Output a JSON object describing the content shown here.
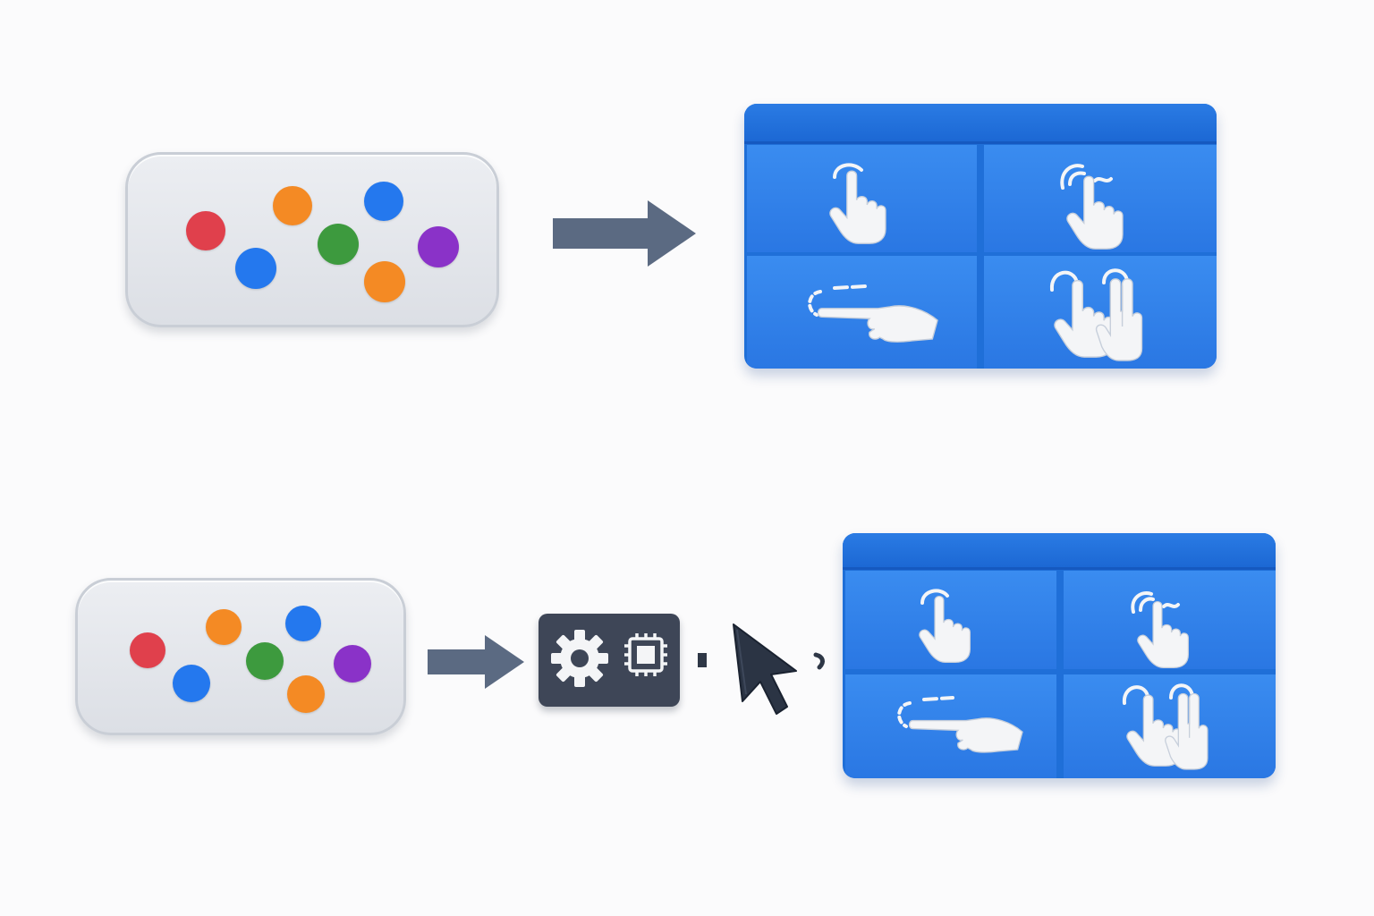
{
  "diagram": {
    "top_row": {
      "source": "game-controller",
      "connector": "arrow",
      "target": "touch-gesture-panel",
      "gestures": [
        "tap",
        "double-tap",
        "swipe",
        "two-finger-tap"
      ]
    },
    "bottom_row": {
      "source": "game-controller",
      "connector_1": "arrow",
      "middle": [
        "gear-icon",
        "chip-icon"
      ],
      "connector_2": "dashed-line",
      "pointer": "mouse-cursor-icon",
      "target": "touch-gesture-panel",
      "gestures": [
        "tap",
        "double-tap",
        "swipe",
        "two-finger-tap"
      ]
    },
    "colors": {
      "background": "#fbfbfc",
      "panel_blue": "#1f6fd8",
      "arrow": "#5b6a82",
      "processor": "#3e4657",
      "button_red": "#e0404c",
      "button_orange": "#f48a24",
      "button_blue": "#2478ee",
      "button_green": "#3d9a3e",
      "button_purple": "#8a32c8"
    }
  }
}
